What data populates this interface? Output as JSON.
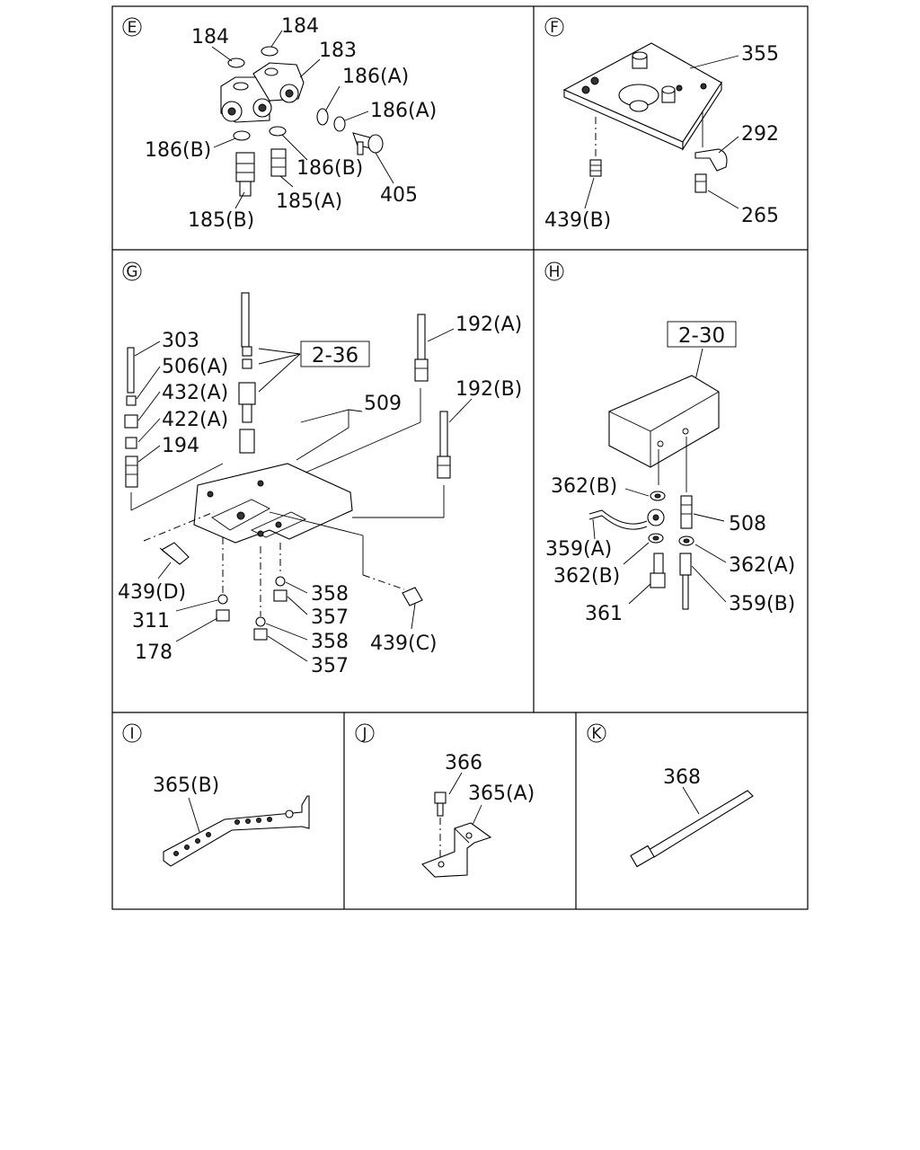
{
  "sections": {
    "E": {
      "letter": "E",
      "labels": [
        "184",
        "184",
        "183",
        "186(A)",
        "186(A)",
        "186(B)",
        "186(B)",
        "185(A)",
        "405",
        "185(B)"
      ]
    },
    "F": {
      "letter": "F",
      "labels": [
        "355",
        "292",
        "439(B)",
        "265"
      ]
    },
    "G": {
      "letter": "G",
      "ref": "2-36",
      "labels": [
        "303",
        "506(A)",
        "432(A)",
        "422(A)",
        "194",
        "509",
        "192(A)",
        "192(B)",
        "439(D)",
        "311",
        "178",
        "358",
        "357",
        "358",
        "357",
        "439(C)"
      ]
    },
    "H": {
      "letter": "H",
      "ref": "2-30",
      "labels": [
        "362(B)",
        "508",
        "359(A)",
        "362(B)",
        "362(A)",
        "361",
        "359(B)"
      ]
    },
    "I": {
      "letter": "I",
      "labels": [
        "365(B)"
      ]
    },
    "J": {
      "letter": "J",
      "labels": [
        "366",
        "365(A)"
      ]
    },
    "K": {
      "letter": "K",
      "labels": [
        "368"
      ]
    }
  }
}
